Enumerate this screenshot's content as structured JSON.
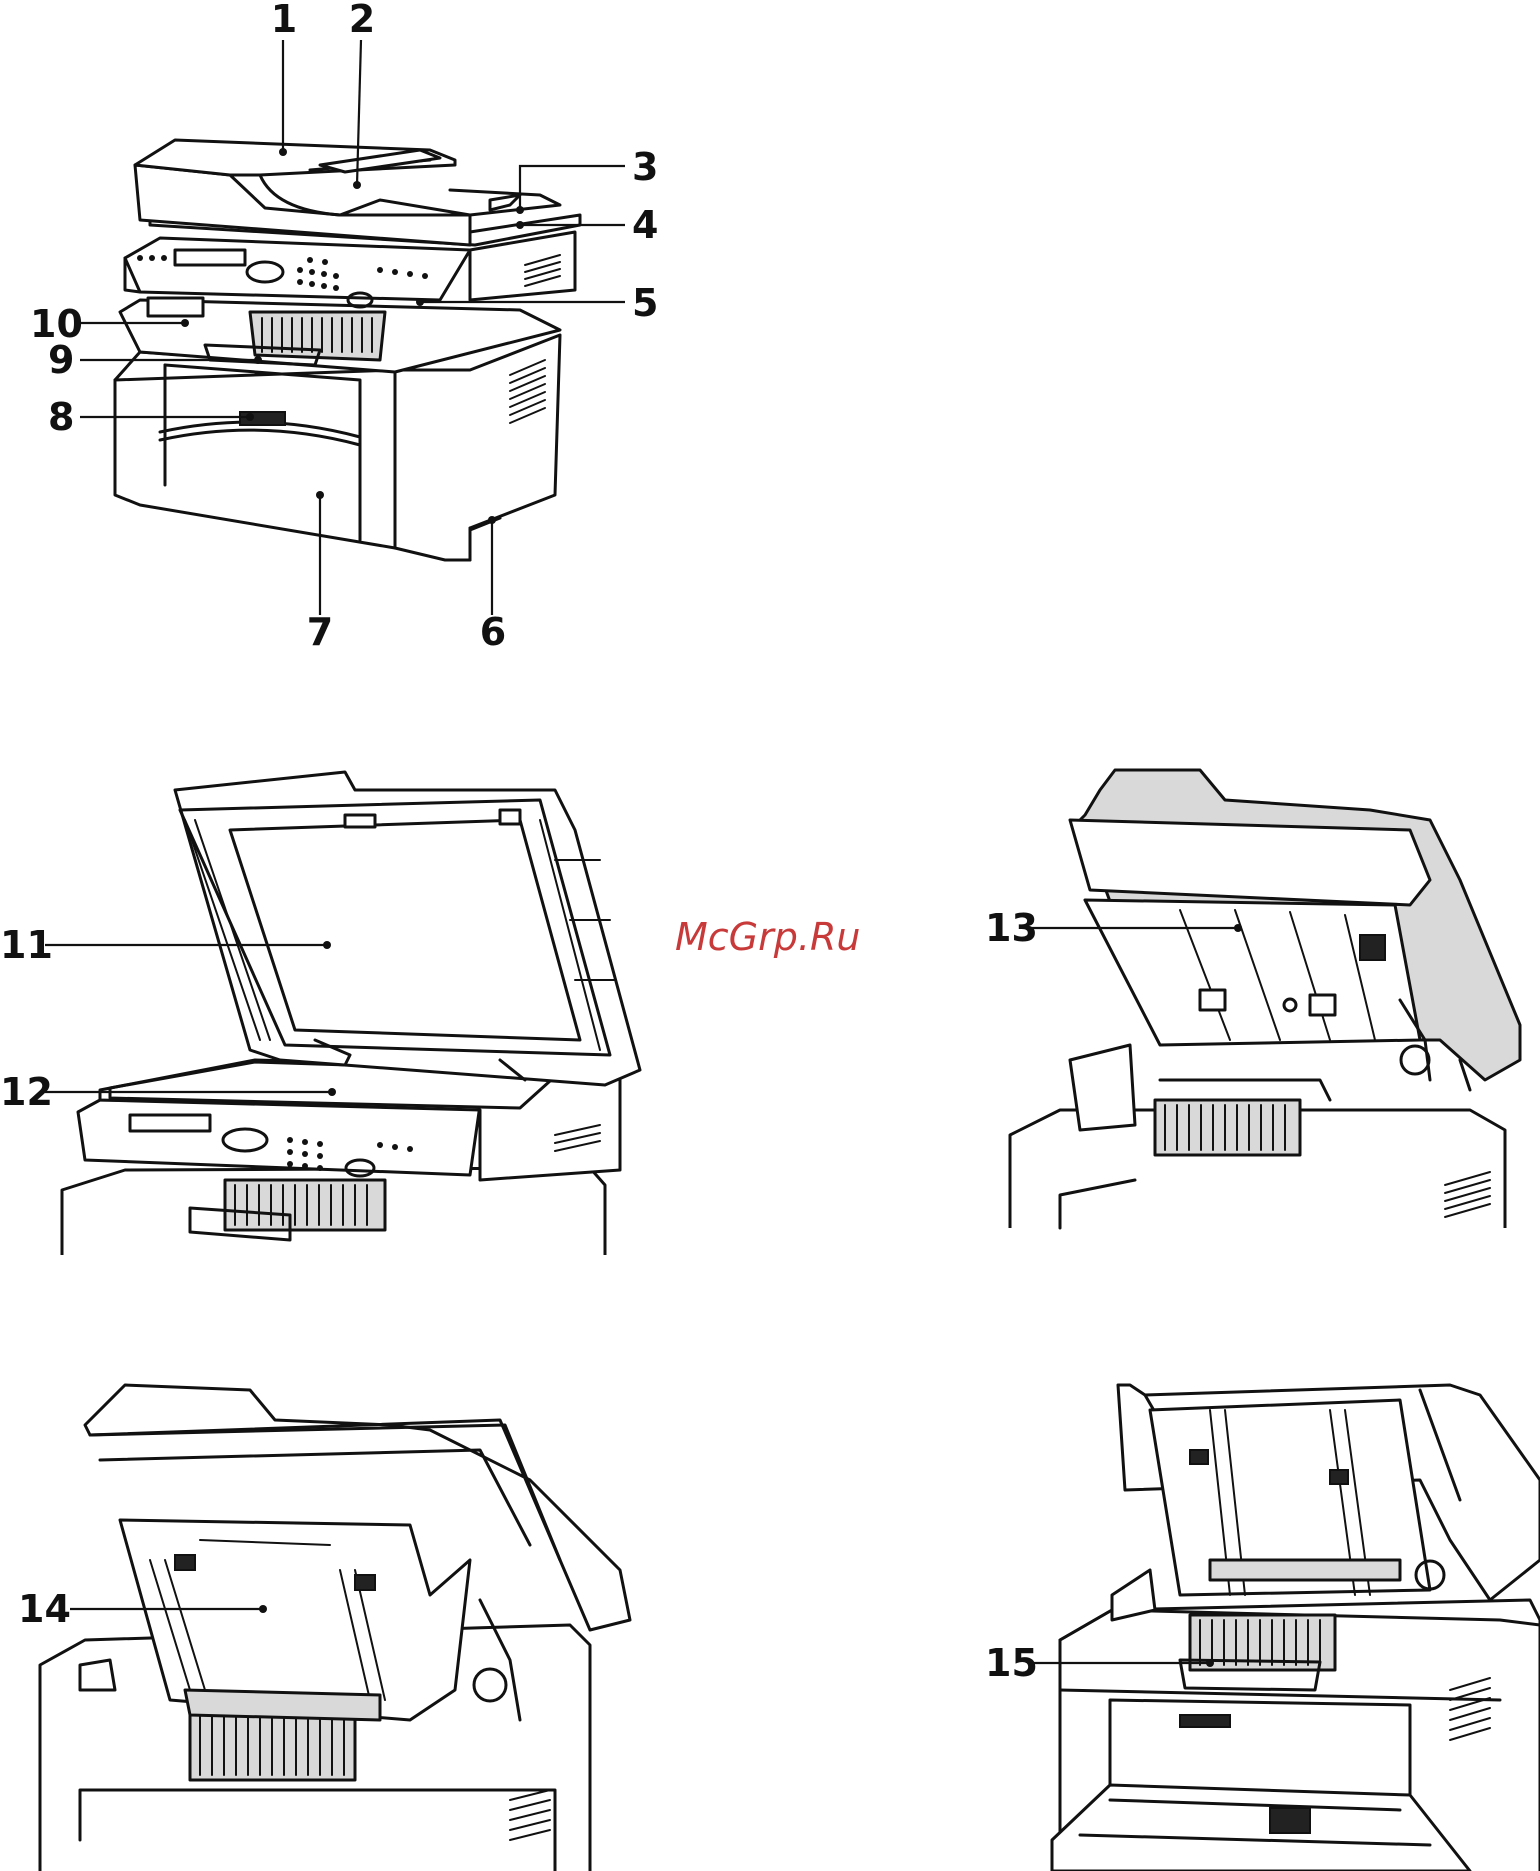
{
  "watermark": "McGrp.Ru",
  "callouts": [
    "1",
    "2",
    "3",
    "4",
    "5",
    "6",
    "7",
    "8",
    "9",
    "10",
    "11",
    "12",
    "13",
    "14",
    "15"
  ],
  "colors": {
    "line": "#111111",
    "fill": "#ffffff",
    "shade": "#d9d9d9",
    "watermark": "#c83a3a"
  }
}
